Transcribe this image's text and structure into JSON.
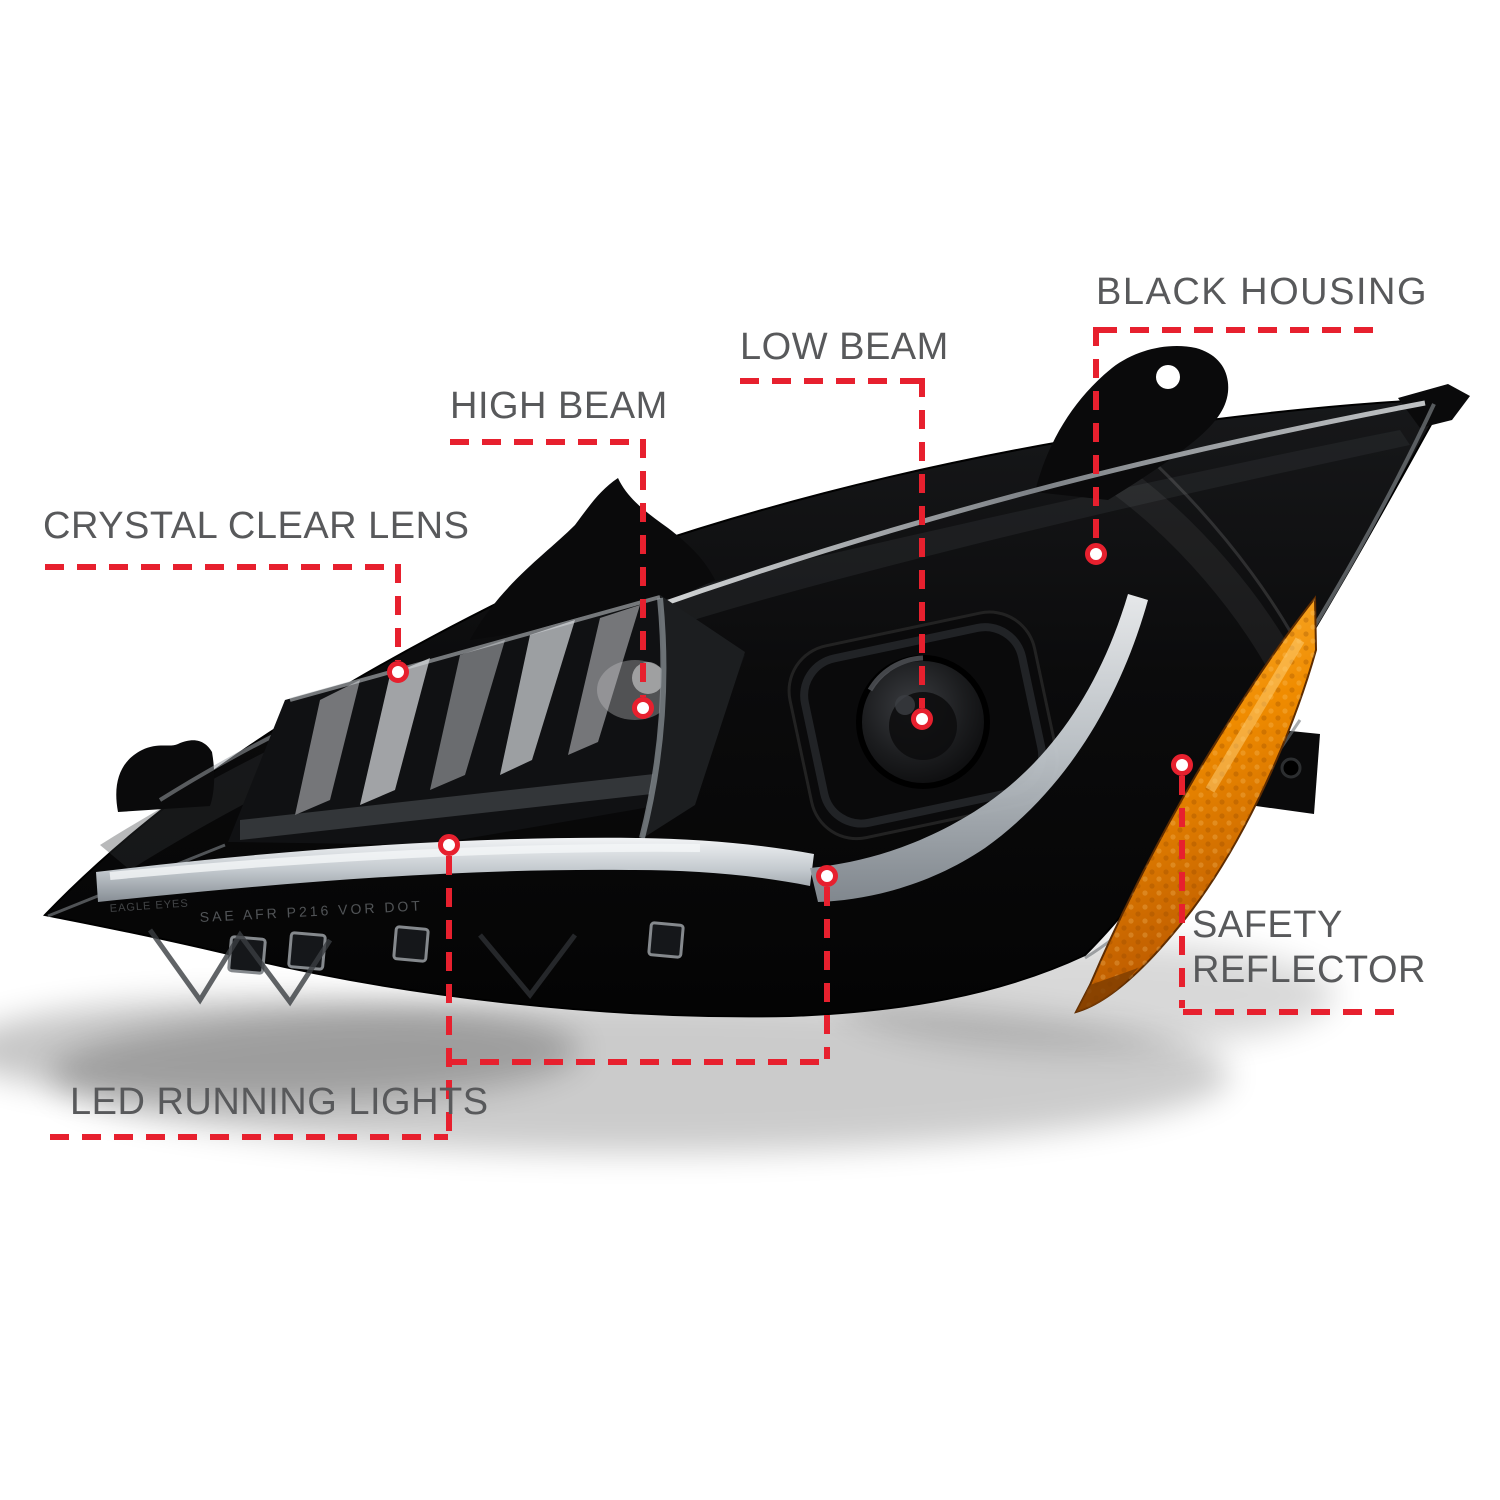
{
  "page": {
    "background": "#ffffff"
  },
  "product": {
    "kind": "black housing projector headlight illustration",
    "engraving_brand": "EAGLE EYES",
    "engraving_code": "SAE AFR P216 VOR DOT"
  },
  "callouts": {
    "crystal_clear_lens": {
      "label": "CRYSTAL CLEAR LENS"
    },
    "high_beam": {
      "label": "HIGH BEAM"
    },
    "low_beam": {
      "label": "LOW BEAM"
    },
    "black_housing": {
      "label": "BLACK HOUSING"
    },
    "safety_reflector": {
      "label_line1": "SAFETY",
      "label_line2": "REFLECTOR"
    },
    "led_running_lights": {
      "label": "LED RUNNING LIGHTS"
    }
  },
  "colors": {
    "callout_red": "#e7202e",
    "label_gray": "#58595b",
    "amber_reflector": "#f08c00",
    "drl_silver": "#c6cbd0",
    "housing_black": "#0b0b0c"
  }
}
